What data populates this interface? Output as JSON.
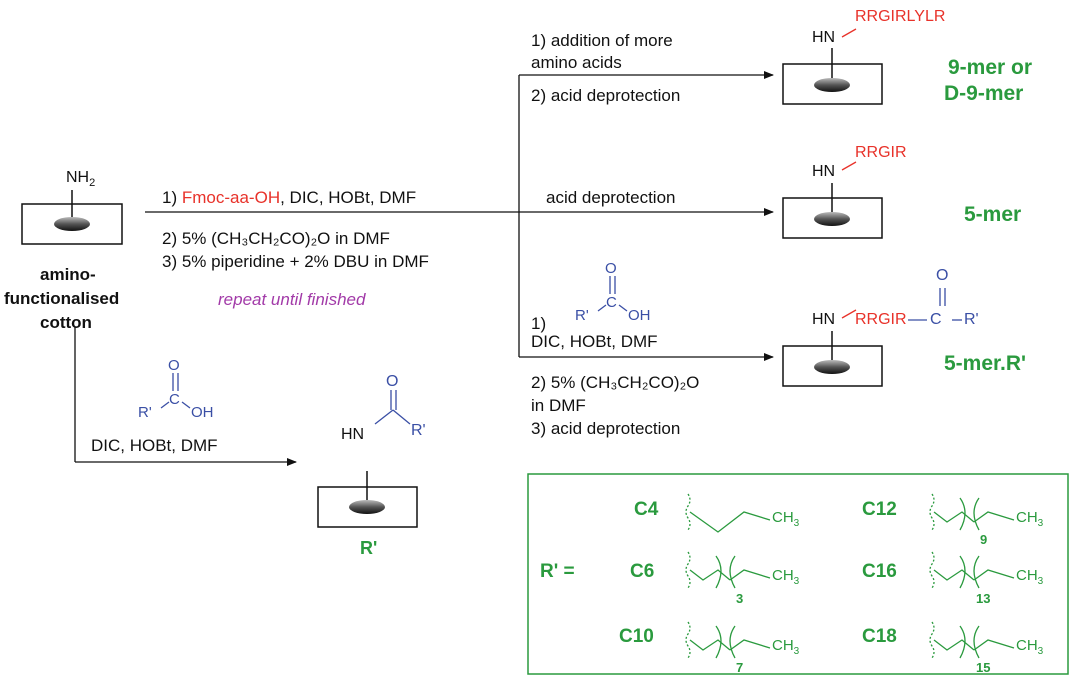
{
  "start": {
    "nh2": "NH",
    "nh2_sub": "2",
    "label": [
      "amino-",
      "functionalised",
      "cotton"
    ]
  },
  "main_conditions": {
    "step1_num": "1)",
    "step1_reagent": "Fmoc-aa-OH",
    "step1_rest": ", DIC, HOBt, DMF",
    "step2": "2) 5% (CH₃CH₂CO)₂O in DMF",
    "step3": "3) 5% piperidine + 2% DBU in DMF",
    "repeat": "repeat until finished"
  },
  "branch_top": {
    "cond1": "1) addition of more",
    "cond1b": "amino acids",
    "cond2": "2) acid deprotection",
    "hn": "HN",
    "peptide": "RRGIRLYLR",
    "product": [
      "9-mer or",
      "D-9-mer"
    ]
  },
  "branch_mid": {
    "cond": "acid deprotection",
    "hn": "HN",
    "peptide": "RRGIR",
    "product": "5-mer"
  },
  "branch_bot": {
    "acid_o": "O",
    "acid_r": "R'",
    "acid_c": "C",
    "acid_oh": "OH",
    "cond1": "1)",
    "cond1b": "DIC, HOBt, DMF",
    "cond2": "2) 5% (CH₃CH₂CO)₂O",
    "cond2b": "in DMF",
    "cond3": "3) acid deprotection",
    "hn": "HN",
    "peptide": "RRGIR",
    "c": "C",
    "o": "O",
    "r": "R'",
    "product": "5-mer.R'"
  },
  "branch_down": {
    "acid_o": "O",
    "acid_r": "R'",
    "acid_c": "C",
    "acid_oh": "OH",
    "cond": "DIC, HOBt, DMF",
    "hn": "HN",
    "o": "O",
    "r": "R'",
    "product": "R'"
  },
  "legend": {
    "r_eq": "R'  =",
    "items": [
      {
        "label": "C4",
        "n": ""
      },
      {
        "label": "C6",
        "n": "3"
      },
      {
        "label": "C10",
        "n": "7"
      },
      {
        "label": "C12",
        "n": "9"
      },
      {
        "label": "C16",
        "n": "13"
      },
      {
        "label": "C18",
        "n": "15"
      }
    ],
    "ch3": "CH",
    "ch3_sub": "3"
  },
  "colors": {
    "red": "#e8322a",
    "blue": "#3a4fa5",
    "green": "#2a9a3e",
    "purple": "#a23aa8"
  }
}
